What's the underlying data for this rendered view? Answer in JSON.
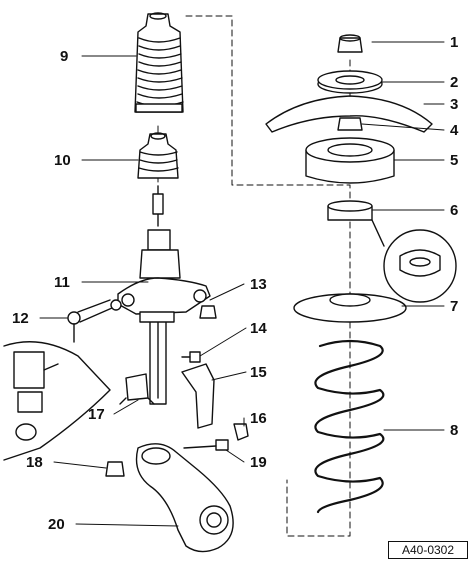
{
  "diagram": {
    "figure_code": "A40-0302",
    "callouts": [
      "1",
      "2",
      "3",
      "4",
      "5",
      "6",
      "7",
      "8",
      "9",
      "10",
      "11",
      "12",
      "13",
      "14",
      "15",
      "16",
      "17",
      "18",
      "19",
      "20"
    ]
  }
}
